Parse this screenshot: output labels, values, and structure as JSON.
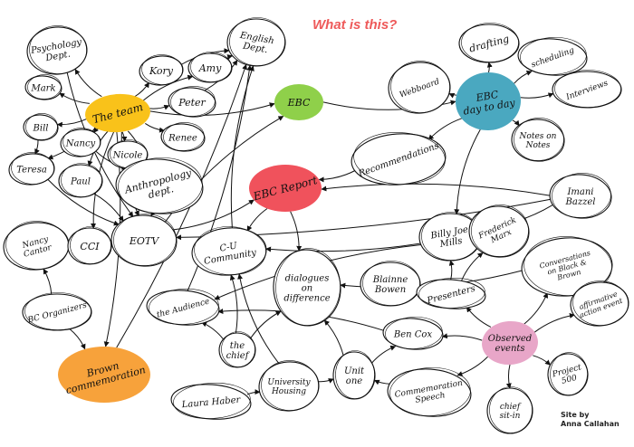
{
  "title": "What is this?",
  "credit": {
    "line1": "Site by",
    "line2": "Anna Callahan"
  },
  "colors": {
    "team": "#f9c21a",
    "ebc": "#8fd04a",
    "report": "#f0525c",
    "dayday": "#4aa8c0",
    "observed": "#e8a6c8",
    "brown": "#f7a23b",
    "title": "#ee5a5a"
  },
  "nodes": [
    {
      "id": "psychology",
      "lines": [
        "Psychology",
        "Dept."
      ]
    },
    {
      "id": "english",
      "lines": [
        "English",
        "Dept."
      ]
    },
    {
      "id": "mark",
      "lines": [
        "Mark"
      ]
    },
    {
      "id": "kory",
      "lines": [
        "Kory"
      ]
    },
    {
      "id": "amy",
      "lines": [
        "Amy"
      ]
    },
    {
      "id": "peter",
      "lines": [
        "Peter"
      ]
    },
    {
      "id": "team",
      "lines": [
        "The team"
      ],
      "color": "team"
    },
    {
      "id": "ebc",
      "lines": [
        "EBC"
      ],
      "color": "ebc"
    },
    {
      "id": "bill",
      "lines": [
        "Bill"
      ]
    },
    {
      "id": "nancy",
      "lines": [
        "Nancy"
      ]
    },
    {
      "id": "nicole",
      "lines": [
        "Nicole"
      ]
    },
    {
      "id": "renee",
      "lines": [
        "Renee"
      ]
    },
    {
      "id": "teresa",
      "lines": [
        "Teresa"
      ]
    },
    {
      "id": "paul",
      "lines": [
        "Paul"
      ]
    },
    {
      "id": "anthro",
      "lines": [
        "Anthropology",
        "dept."
      ]
    },
    {
      "id": "webboard",
      "lines": [
        "Webboard"
      ]
    },
    {
      "id": "drafting",
      "lines": [
        "drafting"
      ]
    },
    {
      "id": "scheduling",
      "lines": [
        "scheduling"
      ]
    },
    {
      "id": "dayday",
      "lines": [
        "EBC",
        "day to day"
      ],
      "color": "dayday"
    },
    {
      "id": "interviews",
      "lines": [
        "Interviews"
      ]
    },
    {
      "id": "notes",
      "lines": [
        "Notes on",
        "Notes"
      ]
    },
    {
      "id": "recommendations",
      "lines": [
        "Recommendations"
      ]
    },
    {
      "id": "report",
      "lines": [
        "EBC Report"
      ],
      "color": "report"
    },
    {
      "id": "imani",
      "lines": [
        "Imani",
        "Bazzel"
      ]
    },
    {
      "id": "nancycantor",
      "lines": [
        "Nancy",
        "Cantor"
      ]
    },
    {
      "id": "cci",
      "lines": [
        "CCI"
      ]
    },
    {
      "id": "eotv",
      "lines": [
        "EOTV"
      ]
    },
    {
      "id": "cucommunity",
      "lines": [
        "C-U",
        "Community"
      ]
    },
    {
      "id": "billyjoe",
      "lines": [
        "Billy Joe",
        "Mills"
      ]
    },
    {
      "id": "frederick",
      "lines": [
        "Frederick",
        "Marx"
      ]
    },
    {
      "id": "dialogues",
      "lines": [
        "dialogues",
        "on",
        "difference"
      ]
    },
    {
      "id": "blainne",
      "lines": [
        "Blainne",
        "Bowen"
      ]
    },
    {
      "id": "presenters",
      "lines": [
        "Presenters"
      ]
    },
    {
      "id": "conversations",
      "lines": [
        "Conversations",
        "on Black &",
        "Brown"
      ]
    },
    {
      "id": "bcorganizers",
      "lines": [
        "BC Organizers"
      ]
    },
    {
      "id": "audience",
      "lines": [
        "the Audience"
      ]
    },
    {
      "id": "affirmative",
      "lines": [
        "affirmative",
        "action event"
      ]
    },
    {
      "id": "thechief",
      "lines": [
        "the",
        "chief"
      ]
    },
    {
      "id": "bencox",
      "lines": [
        "Ben Cox"
      ]
    },
    {
      "id": "observed",
      "lines": [
        "Observed",
        "events"
      ],
      "color": "observed"
    },
    {
      "id": "brown",
      "lines": [
        "Brown",
        "commemoration"
      ],
      "color": "brown"
    },
    {
      "id": "laura",
      "lines": [
        "Laura Haber"
      ]
    },
    {
      "id": "housing",
      "lines": [
        "University",
        "Housing"
      ]
    },
    {
      "id": "unitone",
      "lines": [
        "Unit",
        "one"
      ]
    },
    {
      "id": "speech",
      "lines": [
        "Commemoration",
        "Speech"
      ]
    },
    {
      "id": "project500",
      "lines": [
        "Project",
        "500"
      ]
    },
    {
      "id": "chiefsitin",
      "lines": [
        "chief",
        "sit-in"
      ]
    }
  ]
}
